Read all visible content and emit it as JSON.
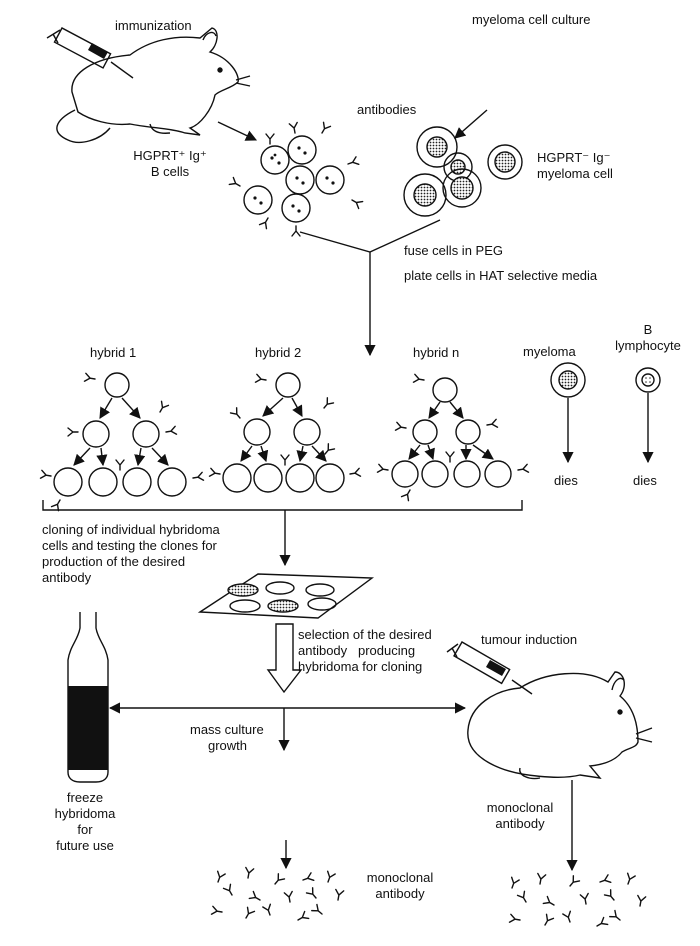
{
  "labels": {
    "immunization": "immunization",
    "myeloma_culture": "myeloma cell culture",
    "antibodies": "antibodies",
    "b_cells_1": "HGPRT⁺ Ig⁺",
    "b_cells_2": "B cells",
    "myeloma_cell_1": "HGPRT⁻ Ig⁻",
    "myeloma_cell_2": "myeloma cell",
    "fuse": "fuse cells in PEG",
    "plate": "plate cells in HAT selective media",
    "hybrid1": "hybrid 1",
    "hybrid2": "hybrid 2",
    "hybridn": "hybrid n",
    "myeloma": "myeloma",
    "b_lymph_1": "B",
    "b_lymph_2": "lymphocyte",
    "dies1": "dies",
    "dies2": "dies",
    "cloning_1": "cloning of individual hybridoma",
    "cloning_2": "cells and testing the clones for",
    "cloning_3": "production of the desired",
    "cloning_4": "antibody",
    "selection_1": "selection of the desired",
    "selection_2": "antibody   producing",
    "selection_3": "hybridoma for cloning",
    "tumour": "tumour induction",
    "mass_1": "mass culture",
    "mass_2": "growth",
    "freeze_1": "freeze",
    "freeze_2": "hybridoma",
    "freeze_3": "for",
    "freeze_4": "future use",
    "mono_right_1": "monoclonal",
    "mono_right_2": "antibody",
    "mono_bottom_1": "monoclonal",
    "mono_bottom_2": "antibody"
  }
}
